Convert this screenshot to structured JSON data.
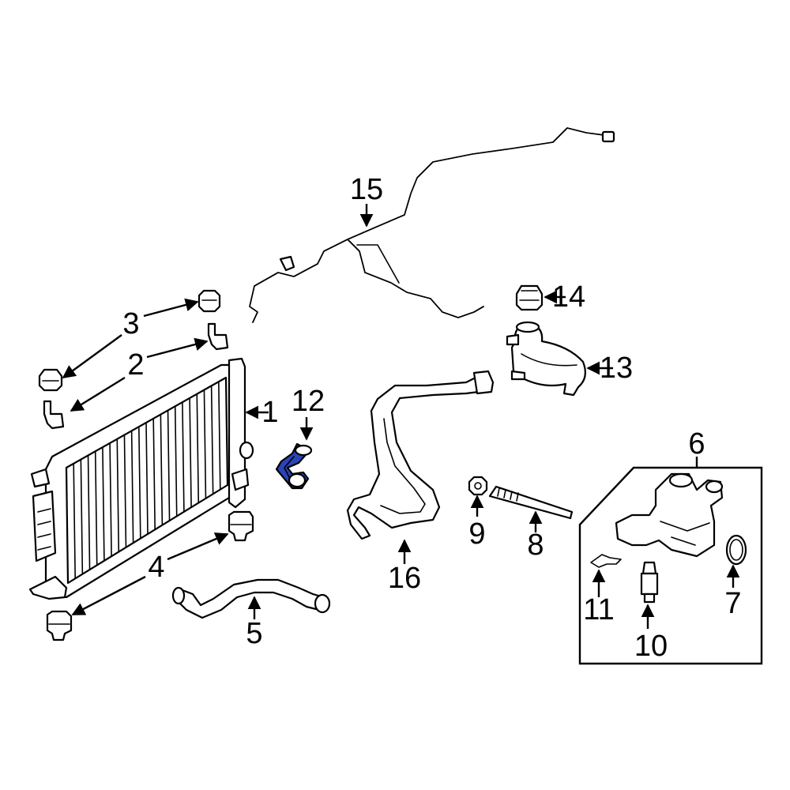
{
  "diagram": {
    "highlight_color": "#2a44b8",
    "line_color": "#000000",
    "background": "#ffffff",
    "callouts": [
      {
        "id": "1",
        "label": "1"
      },
      {
        "id": "2",
        "label": "2"
      },
      {
        "id": "3",
        "label": "3"
      },
      {
        "id": "4",
        "label": "4"
      },
      {
        "id": "5",
        "label": "5"
      },
      {
        "id": "6",
        "label": "6"
      },
      {
        "id": "7",
        "label": "7"
      },
      {
        "id": "8",
        "label": "8"
      },
      {
        "id": "9",
        "label": "9"
      },
      {
        "id": "10",
        "label": "10"
      },
      {
        "id": "11",
        "label": "11"
      },
      {
        "id": "12",
        "label": "12"
      },
      {
        "id": "13",
        "label": "13"
      },
      {
        "id": "14",
        "label": "14"
      },
      {
        "id": "15",
        "label": "15"
      },
      {
        "id": "16",
        "label": "16"
      }
    ]
  }
}
